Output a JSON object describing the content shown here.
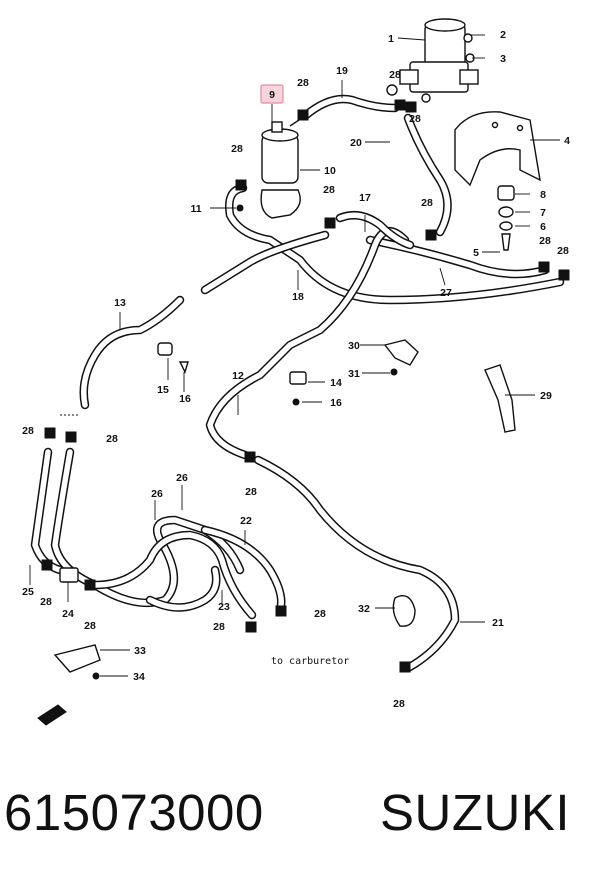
{
  "diagram": {
    "note": "to carburetor",
    "highlighted_callout": "9",
    "callouts": [
      "1",
      "2",
      "3",
      "4",
      "5",
      "6",
      "7",
      "8",
      "9",
      "10",
      "11",
      "12",
      "13",
      "14",
      "15",
      "16",
      "17",
      "18",
      "19",
      "20",
      "21",
      "22",
      "23",
      "24",
      "25",
      "26",
      "27",
      "28",
      "29",
      "30",
      "31",
      "32",
      "33",
      "34"
    ]
  },
  "caption": {
    "part_number": "615073000",
    "brand": "SUZUKI"
  },
  "colors": {
    "line": "#111111",
    "highlight_fill": "#f6d6dc",
    "highlight_border": "#e58a9c"
  }
}
